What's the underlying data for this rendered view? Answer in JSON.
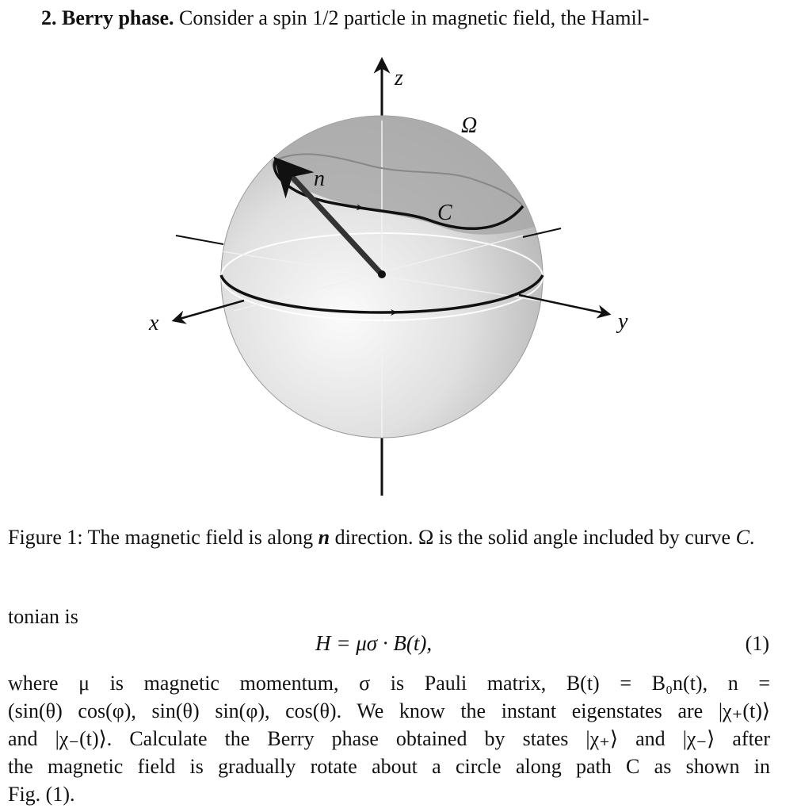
{
  "heading": {
    "number": "2.",
    "title": "Berry phase.",
    "text": "Consider a spin 1/2 particle in magnetic field, the Hamil-"
  },
  "figure": {
    "labels": {
      "z_axis": "z",
      "x_axis": "x",
      "y_axis": "y",
      "vector": "n",
      "curve": "C",
      "solid_angle": "Ω"
    },
    "colors": {
      "sphere_light": "#f4f4f4",
      "sphere_dark": "#b9b9b9",
      "cap": "#a8a8a8",
      "line": "#111111"
    }
  },
  "caption": {
    "prefix": "Figure 1: The magnetic field is along ",
    "n_symbol": "n",
    "middle": " direction. Ω is the solid angle included by curve ",
    "c_symbol": "C",
    "end": "."
  },
  "paragraph1": "tonian is",
  "equation": {
    "lhs": "H",
    "rhs_text": " = μσ · B(t),",
    "number": "(1)"
  },
  "body": {
    "lines": [
      "where μ is magnetic momentum, σ is Pauli matrix, B(t) = B₀n(t), n =",
      "(sin(θ) cos(φ), sin(θ) sin(φ), cos(θ). We know the instant eigenstates are |χ₊(t)⟩",
      "and |χ₋(t)⟩. Calculate the Berry phase obtained by states |χ₊⟩ and |χ₋⟩ after",
      "the magnetic field is gradually rotate about a circle along path C as shown in",
      "Fig. (1)."
    ]
  }
}
